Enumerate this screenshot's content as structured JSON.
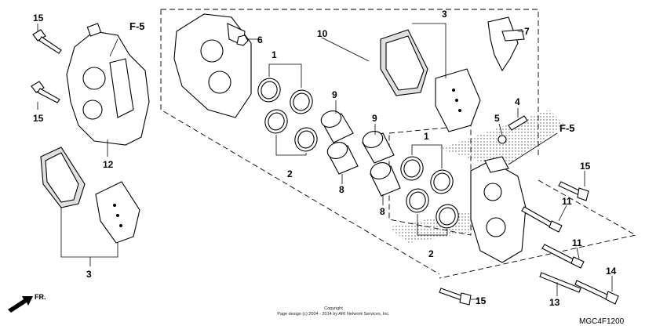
{
  "callouts": {
    "c15a": "15",
    "c15b": "15",
    "c15c": "15",
    "c15d": "15",
    "c12": "12",
    "c3a": "3",
    "c3b": "3",
    "c6": "6",
    "c10": "10",
    "c7": "7",
    "c1a": "1",
    "c1b": "1",
    "c2a": "2",
    "c2b": "2",
    "c9a": "9",
    "c9b": "9",
    "c8a": "8",
    "c8b": "8",
    "c4": "4",
    "c5": "5",
    "c11a": "11",
    "c11b": "11",
    "c13": "13",
    "c14": "14"
  },
  "refs": {
    "f5a": "F-5",
    "f5b": "F-5"
  },
  "front_arrow": "FR.",
  "copyright": {
    "line1": "Copyright",
    "line2": "Page design (c) 2004 - 2014 by ARI Network Services, Inc."
  },
  "diagram_code": "MGC4F1200"
}
